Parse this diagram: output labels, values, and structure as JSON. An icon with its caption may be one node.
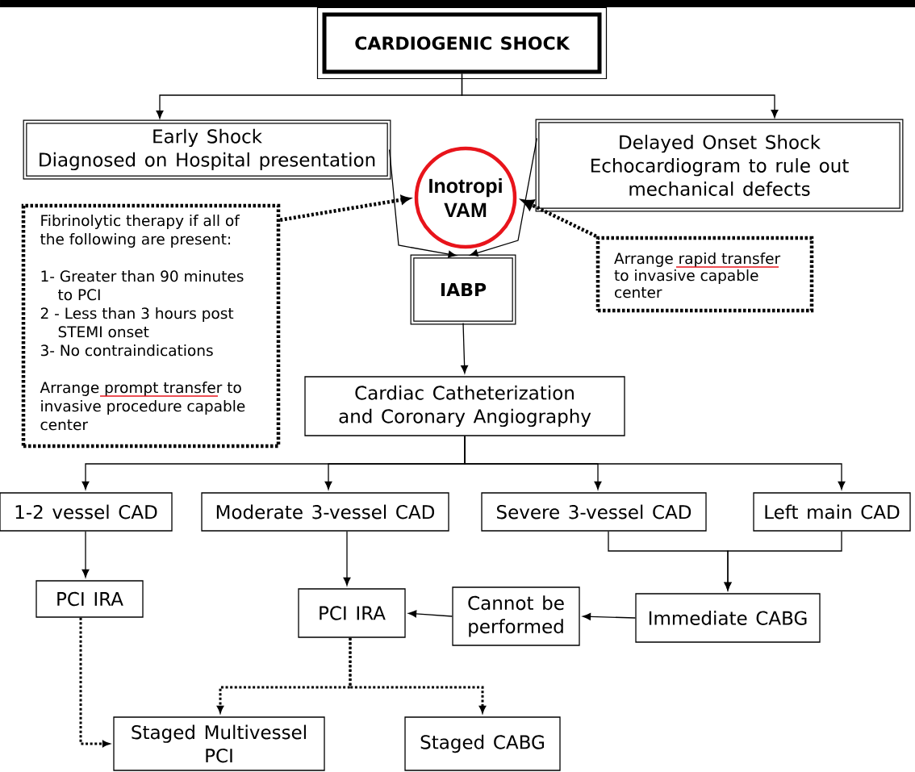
{
  "diagram": {
    "nodes": [
      {
        "text": [
          "CARDIOGENIC SHOCK"
        ]
      },
      {
        "text": [
          "Early Shock",
          "Diagnosed on Hospital presentation"
        ]
      },
      {
        "text": [
          "Inotropi VAM"
        ]
      },
      {
        "text": [
          "Delayed Onset Shock",
          "Echocardiogram to rule out mechanical defects"
        ]
      },
      {
        "text": [
          "Fibrinolytic therapy if all of the following are present:",
          "1- Greater than 90 minutes to PCI",
          "2 - Less than 3 hours post STEMI onset",
          "3- No contraindications",
          "Arrange prompt transfer to invasive procedure capable center"
        ]
      },
      {
        "text": [
          "IABP"
        ]
      },
      {
        "text": [
          "Arrange rapid transfer to invasive capable center"
        ]
      },
      {
        "text": [
          "Cardiac Catheterization and Coronary Angiography"
        ]
      },
      {
        "text": [
          "1-2 vessel CAD"
        ]
      },
      {
        "text": [
          "Moderate 3-vessel CAD"
        ]
      },
      {
        "text": [
          "Severe 3-vessel CAD"
        ]
      },
      {
        "text": [
          "Left main CAD"
        ]
      },
      {
        "text": [
          "PCI IRA"
        ]
      },
      {
        "text": [
          "PCI IRA"
        ]
      },
      {
        "text": [
          "Cannot be performed"
        ]
      },
      {
        "text": [
          "Immediate CABG"
        ]
      },
      {
        "text": [
          "Staged Multivessel PCI"
        ]
      },
      {
        "text": [
          "Staged CABG"
        ]
      }
    ],
    "edges": [
      {
        "from": 0,
        "to": 1,
        "arrow": "to"
      },
      {
        "from": 0,
        "to": 3,
        "arrow": "to"
      },
      {
        "from": 1,
        "to": 5,
        "arrow": "to"
      },
      {
        "from": 3,
        "to": 5,
        "arrow": "to"
      },
      {
        "from": 4,
        "to": 2,
        "arrow": "to",
        "style": "dashed"
      },
      {
        "from": 6,
        "to": 2,
        "arrow": "to",
        "style": "dashed"
      },
      {
        "from": 5,
        "to": 7,
        "arrow": "to"
      },
      {
        "from": 7,
        "to": 8,
        "arrow": "to"
      },
      {
        "from": 7,
        "to": 9,
        "arrow": "to"
      },
      {
        "from": 7,
        "to": 10,
        "arrow": "to"
      },
      {
        "from": 7,
        "to": 11,
        "arrow": "to"
      },
      {
        "from": 8,
        "to": 12,
        "arrow": "to"
      },
      {
        "from": 9,
        "to": 13,
        "arrow": "to"
      },
      {
        "from": 10,
        "to": 15,
        "arrow": "to"
      },
      {
        "from": 11,
        "to": 15,
        "arrow": "to"
      },
      {
        "from": 15,
        "to": 14,
        "arrow": "to"
      },
      {
        "from": 14,
        "to": 13,
        "arrow": "to"
      },
      {
        "from": 12,
        "to": 16,
        "arrow": "to",
        "style": "dashed"
      },
      {
        "from": 13,
        "to": 16,
        "arrow": "to",
        "style": "dashed"
      },
      {
        "from": 13,
        "to": 17,
        "arrow": "to",
        "style": "dashed"
      }
    ]
  }
}
